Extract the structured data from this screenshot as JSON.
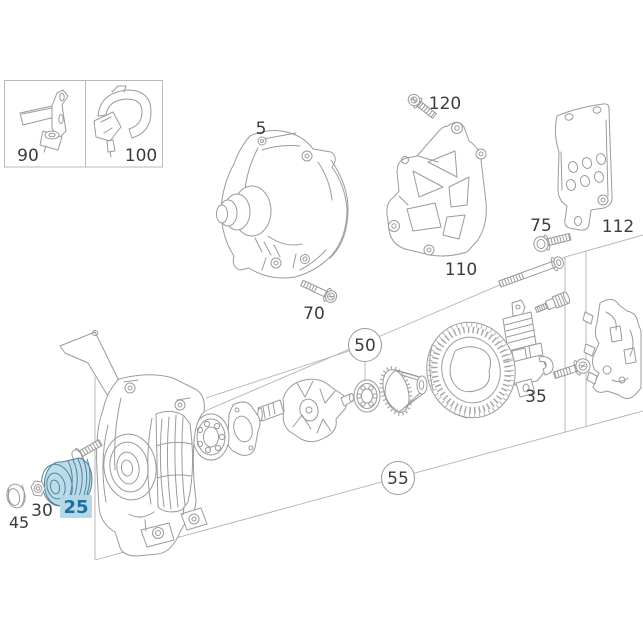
{
  "diagram": {
    "type": "exploded-parts-diagram",
    "background": "#ffffff",
    "line_color": "#9b9b9b",
    "frame_color": "#b3b3b3",
    "label_color": "#3c3c3c",
    "highlight": {
      "part_fill": "#bcdcea",
      "part_stroke": "#55809c",
      "label_bg": "#b5d7e6",
      "label_text": "#1f6f9f"
    },
    "labels": {
      "p90": "90",
      "p100": "100",
      "p5": "5",
      "p120": "120",
      "p110": "110",
      "p112": "112",
      "p75": "75",
      "p70": "70",
      "p50": "50",
      "p35": "35",
      "p55": "55",
      "p45": "45",
      "p30": "30",
      "p25": "25"
    }
  }
}
